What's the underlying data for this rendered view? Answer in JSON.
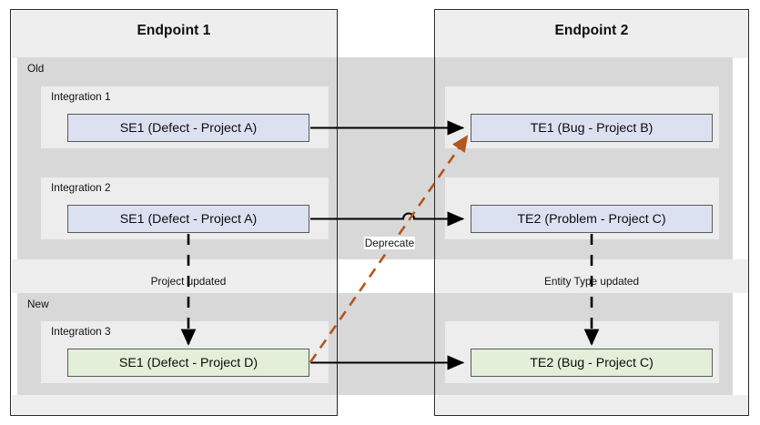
{
  "diagram": {
    "title_left": "Endpoint 1",
    "title_right": "Endpoint 2",
    "colors": {
      "blue_entity_fill": "#dce1f2",
      "green_entity_fill": "#e3efd9",
      "entity_border": "#595959",
      "group_band": "#d8d8d8",
      "integration_band": "#ededed",
      "frame_fill": "#eeeeee",
      "frame_border": "#262626",
      "deprecate_arrow": "#b0561e",
      "solid_arrow": "#000000"
    },
    "groups": [
      {
        "id": "old",
        "label": "Old"
      },
      {
        "id": "new",
        "label": "New"
      }
    ],
    "integrations": [
      {
        "id": "integration-1",
        "label": "Integration 1",
        "group": "old"
      },
      {
        "id": "integration-2",
        "label": "Integration 2",
        "group": "old"
      },
      {
        "id": "integration-3",
        "label": "Integration 3",
        "group": "new"
      }
    ],
    "entities": [
      {
        "id": "se1-project-a-1",
        "label": "SE1 (Defect - Project A)",
        "endpoint": "Endpoint 1",
        "integration": "Integration 1",
        "style": "blue"
      },
      {
        "id": "te1-bug-project-b",
        "label": "TE1 (Bug - Project B)",
        "endpoint": "Endpoint 2",
        "integration": "Integration 1",
        "style": "blue"
      },
      {
        "id": "se1-project-a-2",
        "label": "SE1 (Defect - Project A)",
        "endpoint": "Endpoint 1",
        "integration": "Integration 2",
        "style": "blue"
      },
      {
        "id": "te2-problem-project-c",
        "label": "TE2 (Problem - Project C)",
        "endpoint": "Endpoint 2",
        "integration": "Integration 2",
        "style": "blue"
      },
      {
        "id": "se1-project-d",
        "label": "SE1 (Defect - Project D)",
        "endpoint": "Endpoint 1",
        "integration": "Integration 3",
        "style": "green"
      },
      {
        "id": "te2-bug-project-c",
        "label": "TE2 (Bug - Project C)",
        "endpoint": "Endpoint 2",
        "integration": "Integration 3",
        "style": "green"
      }
    ],
    "edge_labels": {
      "deprecate": "Deprecate",
      "project_updated": "Project updated",
      "entity_type_updated": "Entity Type updated"
    },
    "connections": [
      {
        "id": "conn-1",
        "from": "se1-project-a-1",
        "to": "te1-bug-project-b",
        "style": "solid",
        "label": ""
      },
      {
        "id": "conn-2",
        "from": "se1-project-a-2",
        "to": "te2-problem-project-c",
        "style": "solid",
        "label": ""
      },
      {
        "id": "conn-3",
        "from": "se1-project-d",
        "to": "te2-bug-project-c",
        "style": "solid",
        "label": ""
      },
      {
        "id": "conn-deprecate",
        "from": "se1-project-d",
        "to": "te1-bug-project-b",
        "style": "dashed-brown",
        "label": "Deprecate"
      },
      {
        "id": "conn-project-updated",
        "from": "se1-project-a-2",
        "to": "se1-project-d",
        "style": "dashed-black",
        "label": "Project updated"
      },
      {
        "id": "conn-entity-type-updated",
        "from": "te2-problem-project-c",
        "to": "te2-bug-project-c",
        "style": "dashed-black",
        "label": "Entity Type updated"
      }
    ]
  }
}
